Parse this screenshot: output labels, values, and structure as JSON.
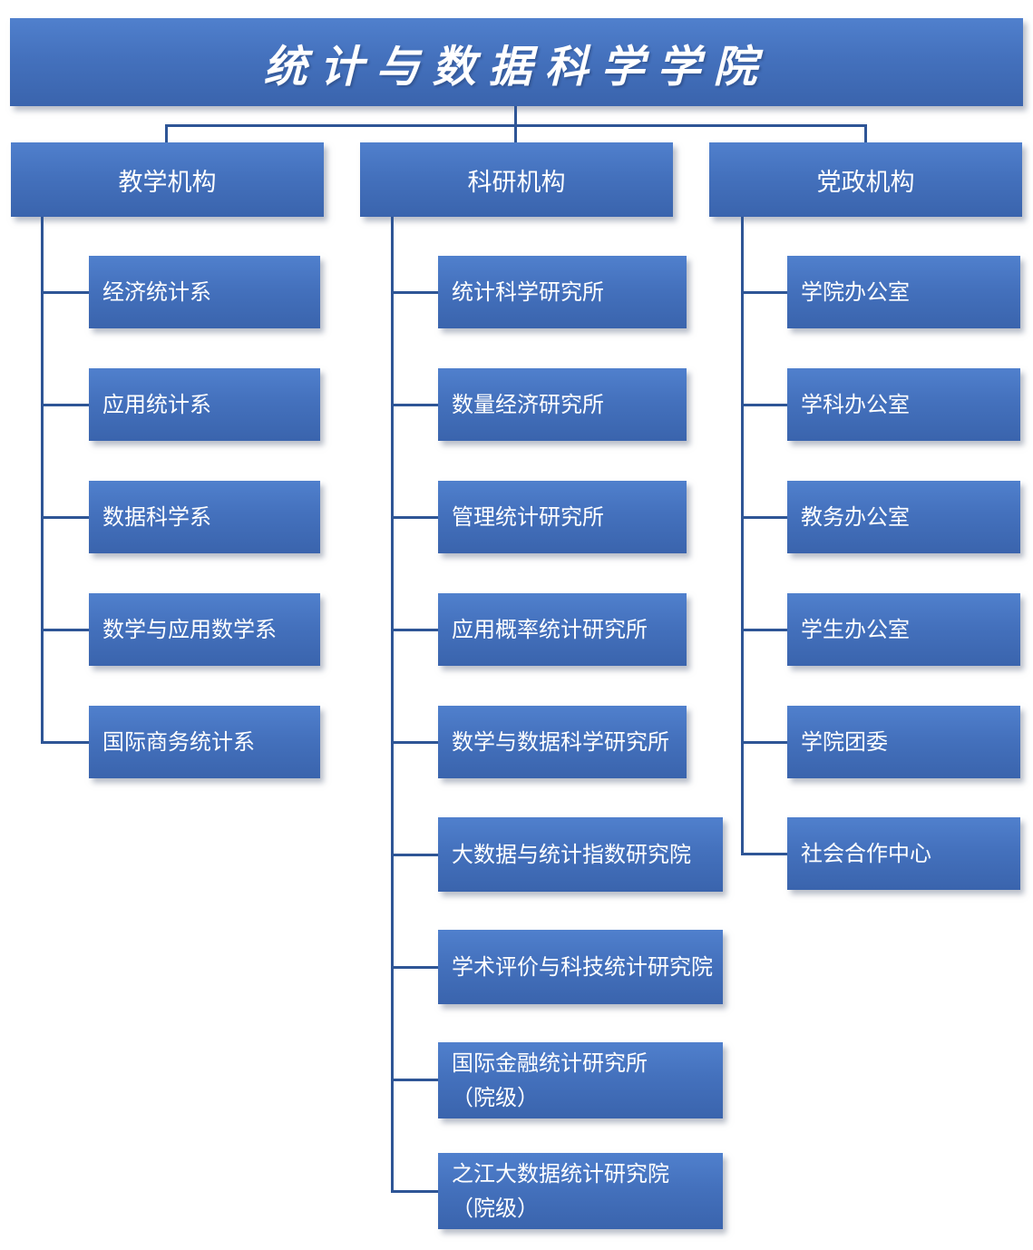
{
  "title": "统计与数据科学学院",
  "branches": [
    {
      "label": "教学机构",
      "children": [
        {
          "label": "经济统计系"
        },
        {
          "label": "应用统计系"
        },
        {
          "label": "数据科学系"
        },
        {
          "label": "数学与应用数学系"
        },
        {
          "label": "国际商务统计系"
        }
      ]
    },
    {
      "label": "科研机构",
      "children": [
        {
          "label": "统计科学研究所"
        },
        {
          "label": "数量经济研究所"
        },
        {
          "label": "管理统计研究所"
        },
        {
          "label": "应用概率统计研究所"
        },
        {
          "label": "数学与数据科学研究所"
        },
        {
          "label": "大数据与统计指数研究院"
        },
        {
          "label": "学术评价与科技统计研究院"
        },
        {
          "label": "国际金融统计研究所",
          "label2": "（院级）"
        },
        {
          "label": "之江大数据统计研究院",
          "label2": "（院级）"
        }
      ]
    },
    {
      "label": "党政机构",
      "children": [
        {
          "label": "学院办公室"
        },
        {
          "label": "学科办公室"
        },
        {
          "label": "教务办公室"
        },
        {
          "label": "学生办公室"
        },
        {
          "label": "学院团委"
        },
        {
          "label": "社会合作中心"
        }
      ]
    }
  ],
  "colors": {
    "box_gradient_top": "#5080cd",
    "box_gradient_bottom": "#3a64ad",
    "connector_line": "#2e5596",
    "text": "#ffffff",
    "background": "#ffffff"
  }
}
